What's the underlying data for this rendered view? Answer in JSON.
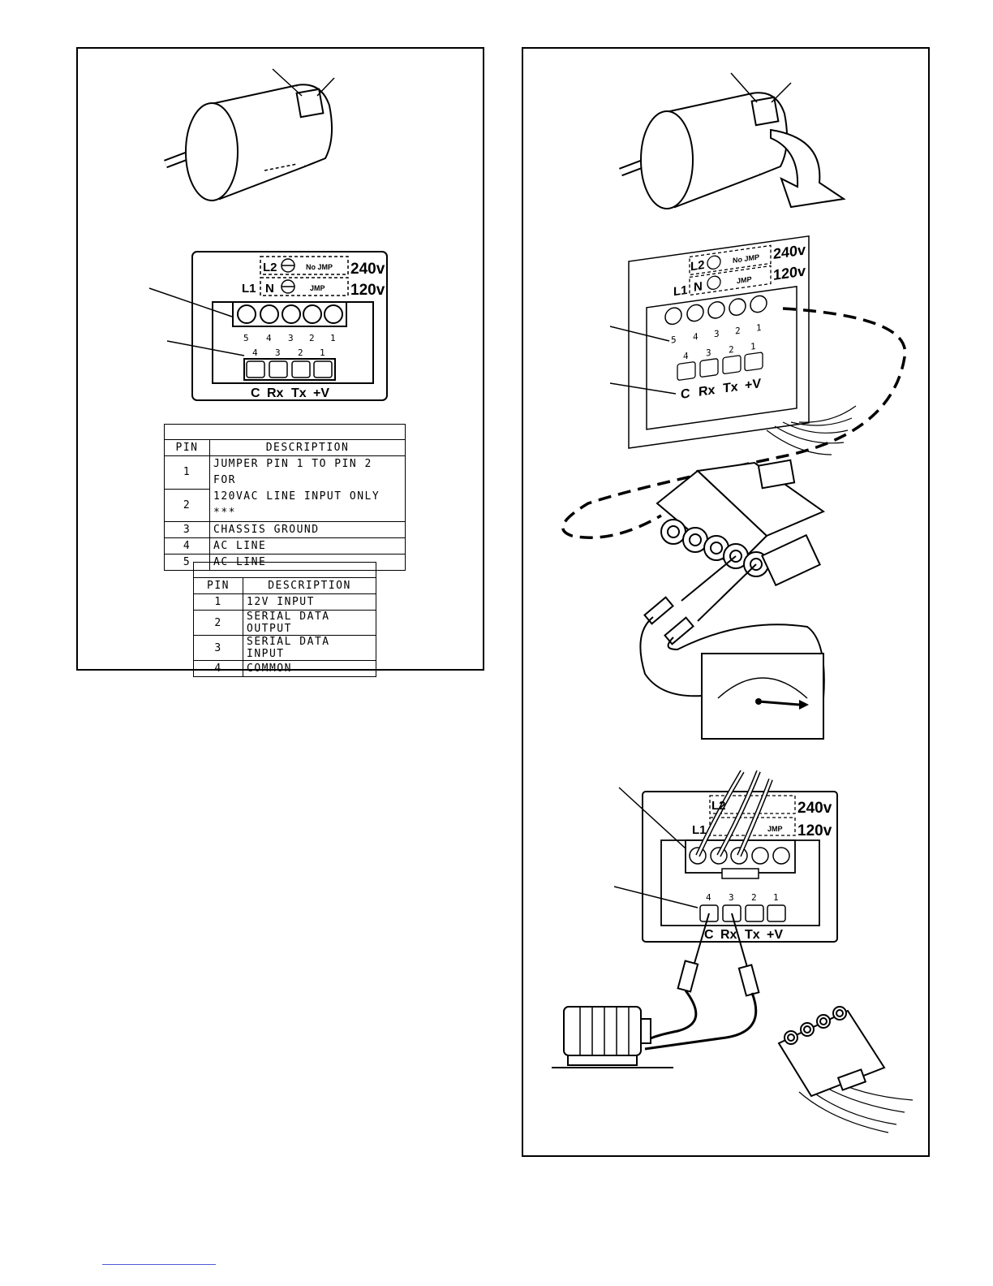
{
  "connector_labels": {
    "l2": "L2",
    "l1": "L1",
    "n": "N",
    "no_jmp": "No JMP",
    "jmp": "JMP",
    "v240": "240v",
    "v120": "120v",
    "c": "C",
    "rx": "Rx",
    "tx": "Tx",
    "pv": "+V",
    "power_pin_numbers": [
      "5",
      "4",
      "3",
      "2",
      "1"
    ],
    "signal_pin_numbers": [
      "4",
      "3",
      "2",
      "1"
    ]
  },
  "power_table": {
    "headers": {
      "pin": "PIN",
      "description": "DESCRIPTION"
    },
    "rows": [
      {
        "pin": "1",
        "description": "JUMPER PIN 1 TO PIN 2 FOR"
      },
      {
        "pin": "2",
        "description": "120VAC LINE INPUT ONLY ***"
      },
      {
        "pin": "3",
        "description": "CHASSIS GROUND"
      },
      {
        "pin": "4",
        "description": "AC LINE"
      },
      {
        "pin": "5",
        "description": "AC LINE"
      }
    ]
  },
  "signal_table": {
    "headers": {
      "pin": "PIN",
      "description": "DESCRIPTION"
    },
    "rows": [
      {
        "pin": "1",
        "description": "12V INPUT"
      },
      {
        "pin": "2",
        "description": "SERIAL DATA OUTPUT"
      },
      {
        "pin": "3",
        "description": "SERIAL DATA INPUT"
      },
      {
        "pin": "4",
        "description": "COMMON"
      }
    ]
  }
}
